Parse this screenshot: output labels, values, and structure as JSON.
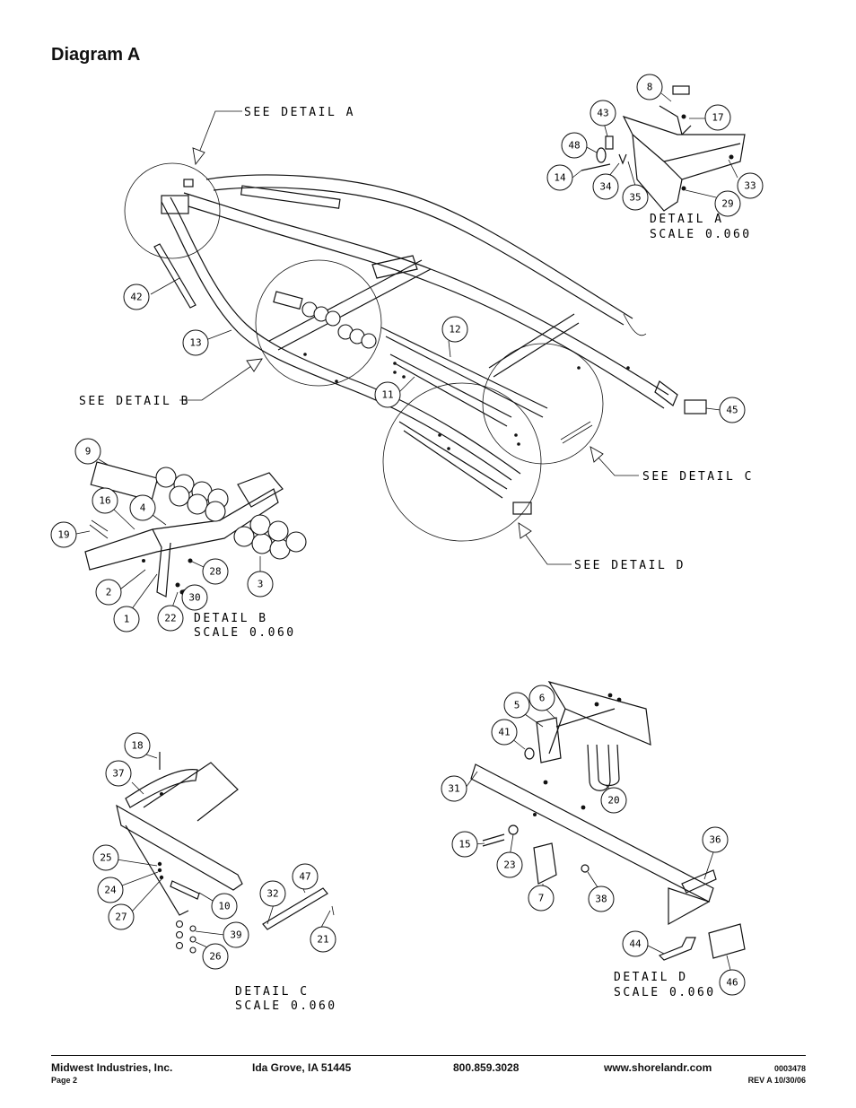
{
  "page_title": "Diagram A",
  "overview_labels": {
    "see_detail_a": "SEE DETAIL  A",
    "see_detail_b": "SEE DETAIL  B",
    "see_detail_c": "SEE DETAIL  C",
    "see_detail_d": "SEE DETAIL  D"
  },
  "detail_a": {
    "title": "DETAIL  A",
    "scale": "SCALE  0.060"
  },
  "detail_b": {
    "title": "DETAIL  B",
    "scale": "SCALE  0.060"
  },
  "detail_c": {
    "title": "DETAIL  C",
    "scale": "SCALE  0.060"
  },
  "detail_d": {
    "title": "DETAIL  D",
    "scale": "SCALE  0.060"
  },
  "callouts": {
    "c1": "1",
    "c2": "2",
    "c3": "3",
    "c4": "4",
    "c5": "5",
    "c6": "6",
    "c7": "7",
    "c8": "8",
    "c9": "9",
    "c10": "10",
    "c11": "11",
    "c12": "12",
    "c13": "13",
    "c14": "14",
    "c15": "15",
    "c16": "16",
    "c17": "17",
    "c18": "18",
    "c19": "19",
    "c20": "20",
    "c21": "21",
    "c22": "22",
    "c23": "23",
    "c24": "24",
    "c25": "25",
    "c26": "26",
    "c27": "27",
    "c28": "28",
    "c29": "29",
    "c30": "30",
    "c31": "31",
    "c32": "32",
    "c33": "33",
    "c34": "34",
    "c35": "35",
    "c36": "36",
    "c37": "37",
    "c38": "38",
    "c39": "39",
    "c41": "41",
    "c42": "42",
    "c43": "43",
    "c44": "44",
    "c45": "45",
    "c46": "46",
    "c47": "47",
    "c48": "48"
  },
  "footer": {
    "company": "Midwest Industries, Inc.",
    "page": "Page 2",
    "location": "Ida Grove, IA  51445",
    "phone": "800.859.3028",
    "website": "www.shorelandr.com",
    "doc_number": "0003478",
    "revision": "REV A  10/30/06"
  }
}
